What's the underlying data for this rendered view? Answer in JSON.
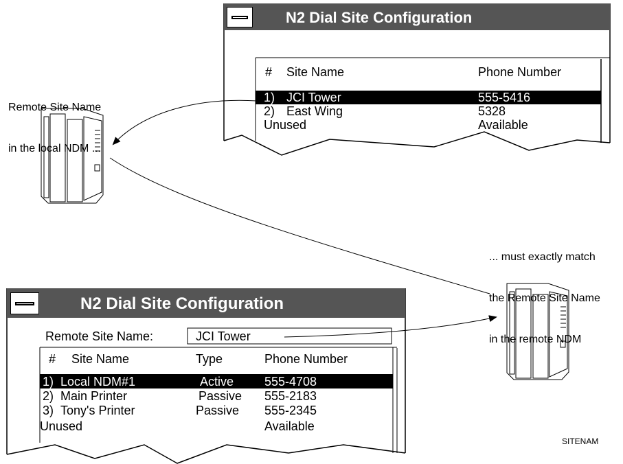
{
  "top_window": {
    "title": "N2 Dial Site Configuration",
    "columns": [
      "#",
      "Site Name",
      "Phone Number"
    ],
    "rows": [
      {
        "num": "1)",
        "name": "JCI Tower",
        "phone": "555-5416",
        "selected": true
      },
      {
        "num": "2)",
        "name": "East Wing",
        "phone": "5328",
        "selected": false
      },
      {
        "num": "",
        "name": "Unused",
        "phone": "Available",
        "selected": false
      }
    ]
  },
  "bottom_window": {
    "title": "N2 Dial Site Configuration",
    "remote_label": "Remote Site Name:",
    "remote_value": "JCI Tower",
    "columns": [
      "#",
      "Site Name",
      "Type",
      "Phone Number"
    ],
    "rows": [
      {
        "num": "1)",
        "name": "Local NDM#1",
        "type": "Active",
        "phone": "555-4708",
        "selected": true
      },
      {
        "num": "2)",
        "name": "Main Printer",
        "type": "Passive",
        "phone": "555-2183",
        "selected": false
      },
      {
        "num": "3)",
        "name": "Tony's Printer",
        "type": "Passive",
        "phone": "555-2345",
        "selected": false
      },
      {
        "num": "",
        "name": "Unused",
        "type": "",
        "phone": "Available",
        "selected": false
      }
    ]
  },
  "notes": {
    "local": [
      "Remote Site Name",
      "in the local NDM ..."
    ],
    "remote": [
      "... must exactly match",
      "the Remote Site Name",
      "in the remote NDM"
    ]
  },
  "figure_id": "SITENAM",
  "colors": {
    "title_bar": "#555555",
    "highlight": "#000000"
  }
}
